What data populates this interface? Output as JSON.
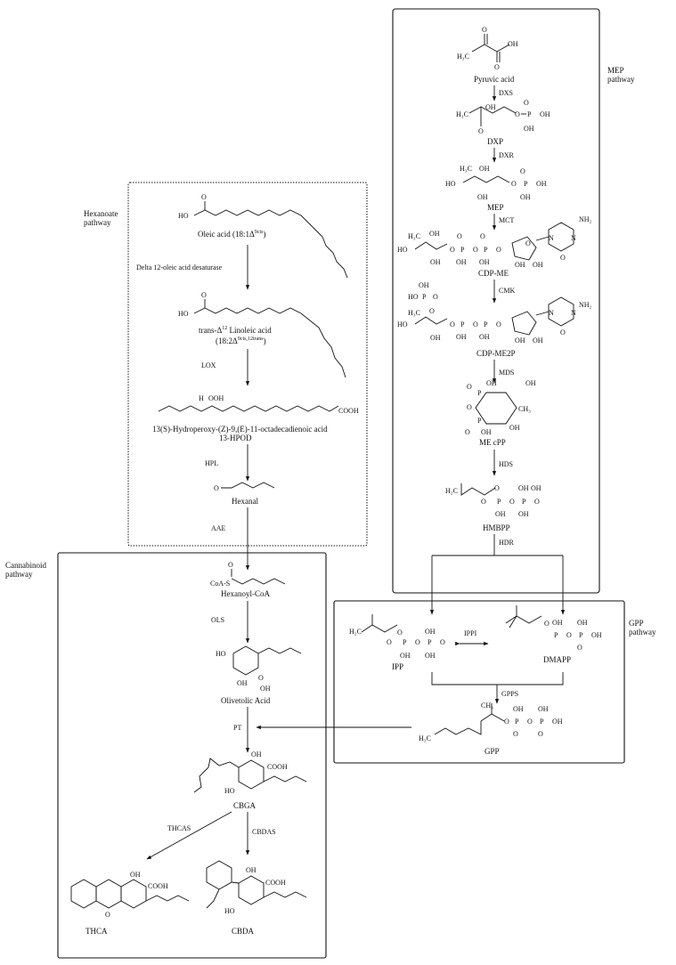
{
  "pathways": {
    "mep": "MEP\npathway",
    "hexanoate": "Hexanoate\npathway",
    "cannabinoid": "Cannabinoid\npathway",
    "gpp": "GPP\npathway"
  },
  "compounds": {
    "pyruvic_acid": "Pyruvic acid",
    "dxp": "DXP",
    "mep": "MEP",
    "cdp_me": "CDP-ME",
    "cdp_me2p": "CDP-ME2P",
    "me_cpp": "ME cPP",
    "hmbpp": "HMBPP",
    "oleic_acid": "Oleic acid (18:1Δ",
    "oleic_sup": "9cis",
    "oleic_close": ")",
    "linoleic_1": "trans-Δ",
    "linoleic_sup": "12",
    "linoleic_2": " Linoleic acid",
    "linoleic_3": "(18:2Δ",
    "linoleic_sup2": "9cis,12trans",
    "linoleic_close": ")",
    "hpod_1": "13(S)-Hydroperoxy-(Z)-9,(E)-11-octadecadienoic acid",
    "hpod_2": "13-HPOD",
    "hexanal": "Hexanal",
    "hexanoyl_coa": "Hexanoyl-CoA",
    "olivetolic_acid": "Olivetolic Acid",
    "cbga": "CBGA",
    "thca": "THCA",
    "cbda": "CBDA",
    "ipp": "IPP",
    "dmapp": "DMAPP",
    "gpp": "GPP"
  },
  "enzymes": {
    "dxs": "DXS",
    "dxr": "DXR",
    "mct": "MCT",
    "cmk": "CMK",
    "mds": "MDS",
    "hds": "HDS",
    "hdr": "HDR",
    "desaturase": "Delta 12-oleic acid desaturase",
    "lox": "LOX",
    "hpl": "HPL",
    "aae": "AAE",
    "ols": "OLS",
    "pt": "PT",
    "thcas": "THCAS",
    "cbdas": "CBDAS",
    "ippi": "IPPI",
    "gpps": "GPPS"
  },
  "atoms": {
    "oh": "OH",
    "o": "O",
    "p": "P",
    "ho": "HO",
    "h3c": "H₃C",
    "nh2": "NH₂",
    "n": "N",
    "cooh": "COOH",
    "ooh": "OOH",
    "h": "H",
    "coa_s": "CoA-S",
    "ch3": "CH₃",
    "h2c": "H₂C"
  }
}
